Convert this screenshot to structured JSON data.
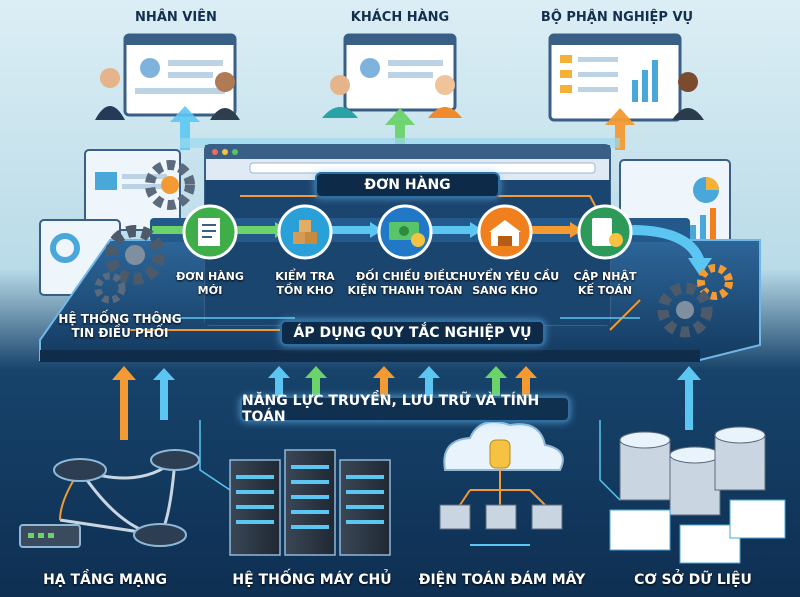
{
  "top": {
    "staff": "NHÂN VIÊN",
    "customers": "KHÁCH HÀNG",
    "business_unit": "BỘ PHẬN NGHIỆP VỤ"
  },
  "platform": {
    "orders_banner": "ĐƠN HÀNG",
    "rules_banner": "ÁP DỤNG QUY TẮC NGHIỆP VỤ",
    "system_label_line1": "HỆ THỐNG THÔNG",
    "system_label_line2": "TIN ĐIỀU PHỐI"
  },
  "steps": [
    {
      "line1": "ĐƠN HÀNG",
      "line2": "MỚI",
      "color": "#3fae49"
    },
    {
      "line1": "KIỂM TRA",
      "line2": "TỒN KHO",
      "color": "#2aa0d8"
    },
    {
      "line1": "ĐỐI CHIẾU ĐIỀU",
      "line2": "KIỆN THANH TOÁN",
      "color": "#2178c6"
    },
    {
      "line1": "CHUYỂN YÊU CẦU",
      "line2": "SANG KHO",
      "color": "#f07f1e"
    },
    {
      "line1": "CẬP NHẬT",
      "line2": "KẾ TOÁN",
      "color": "#2e9a5a"
    }
  ],
  "capabilities_banner": "NĂNG LỰC TRUYỀN, LƯU TRỮ VÀ TÍNH TOÁN",
  "bottom": {
    "network": "HẠ TẦNG MẠNG",
    "servers": "HỆ THỐNG MÁY CHỦ",
    "cloud": "ĐIỆN TOÁN ĐÁM MÂY",
    "database": "CƠ SỞ DỮ LIỆU"
  },
  "colors": {
    "arrow_blue": "#5cc6f2",
    "arrow_green": "#6cd36a",
    "arrow_orange": "#f39a32",
    "platform": "#1f4f7d"
  }
}
